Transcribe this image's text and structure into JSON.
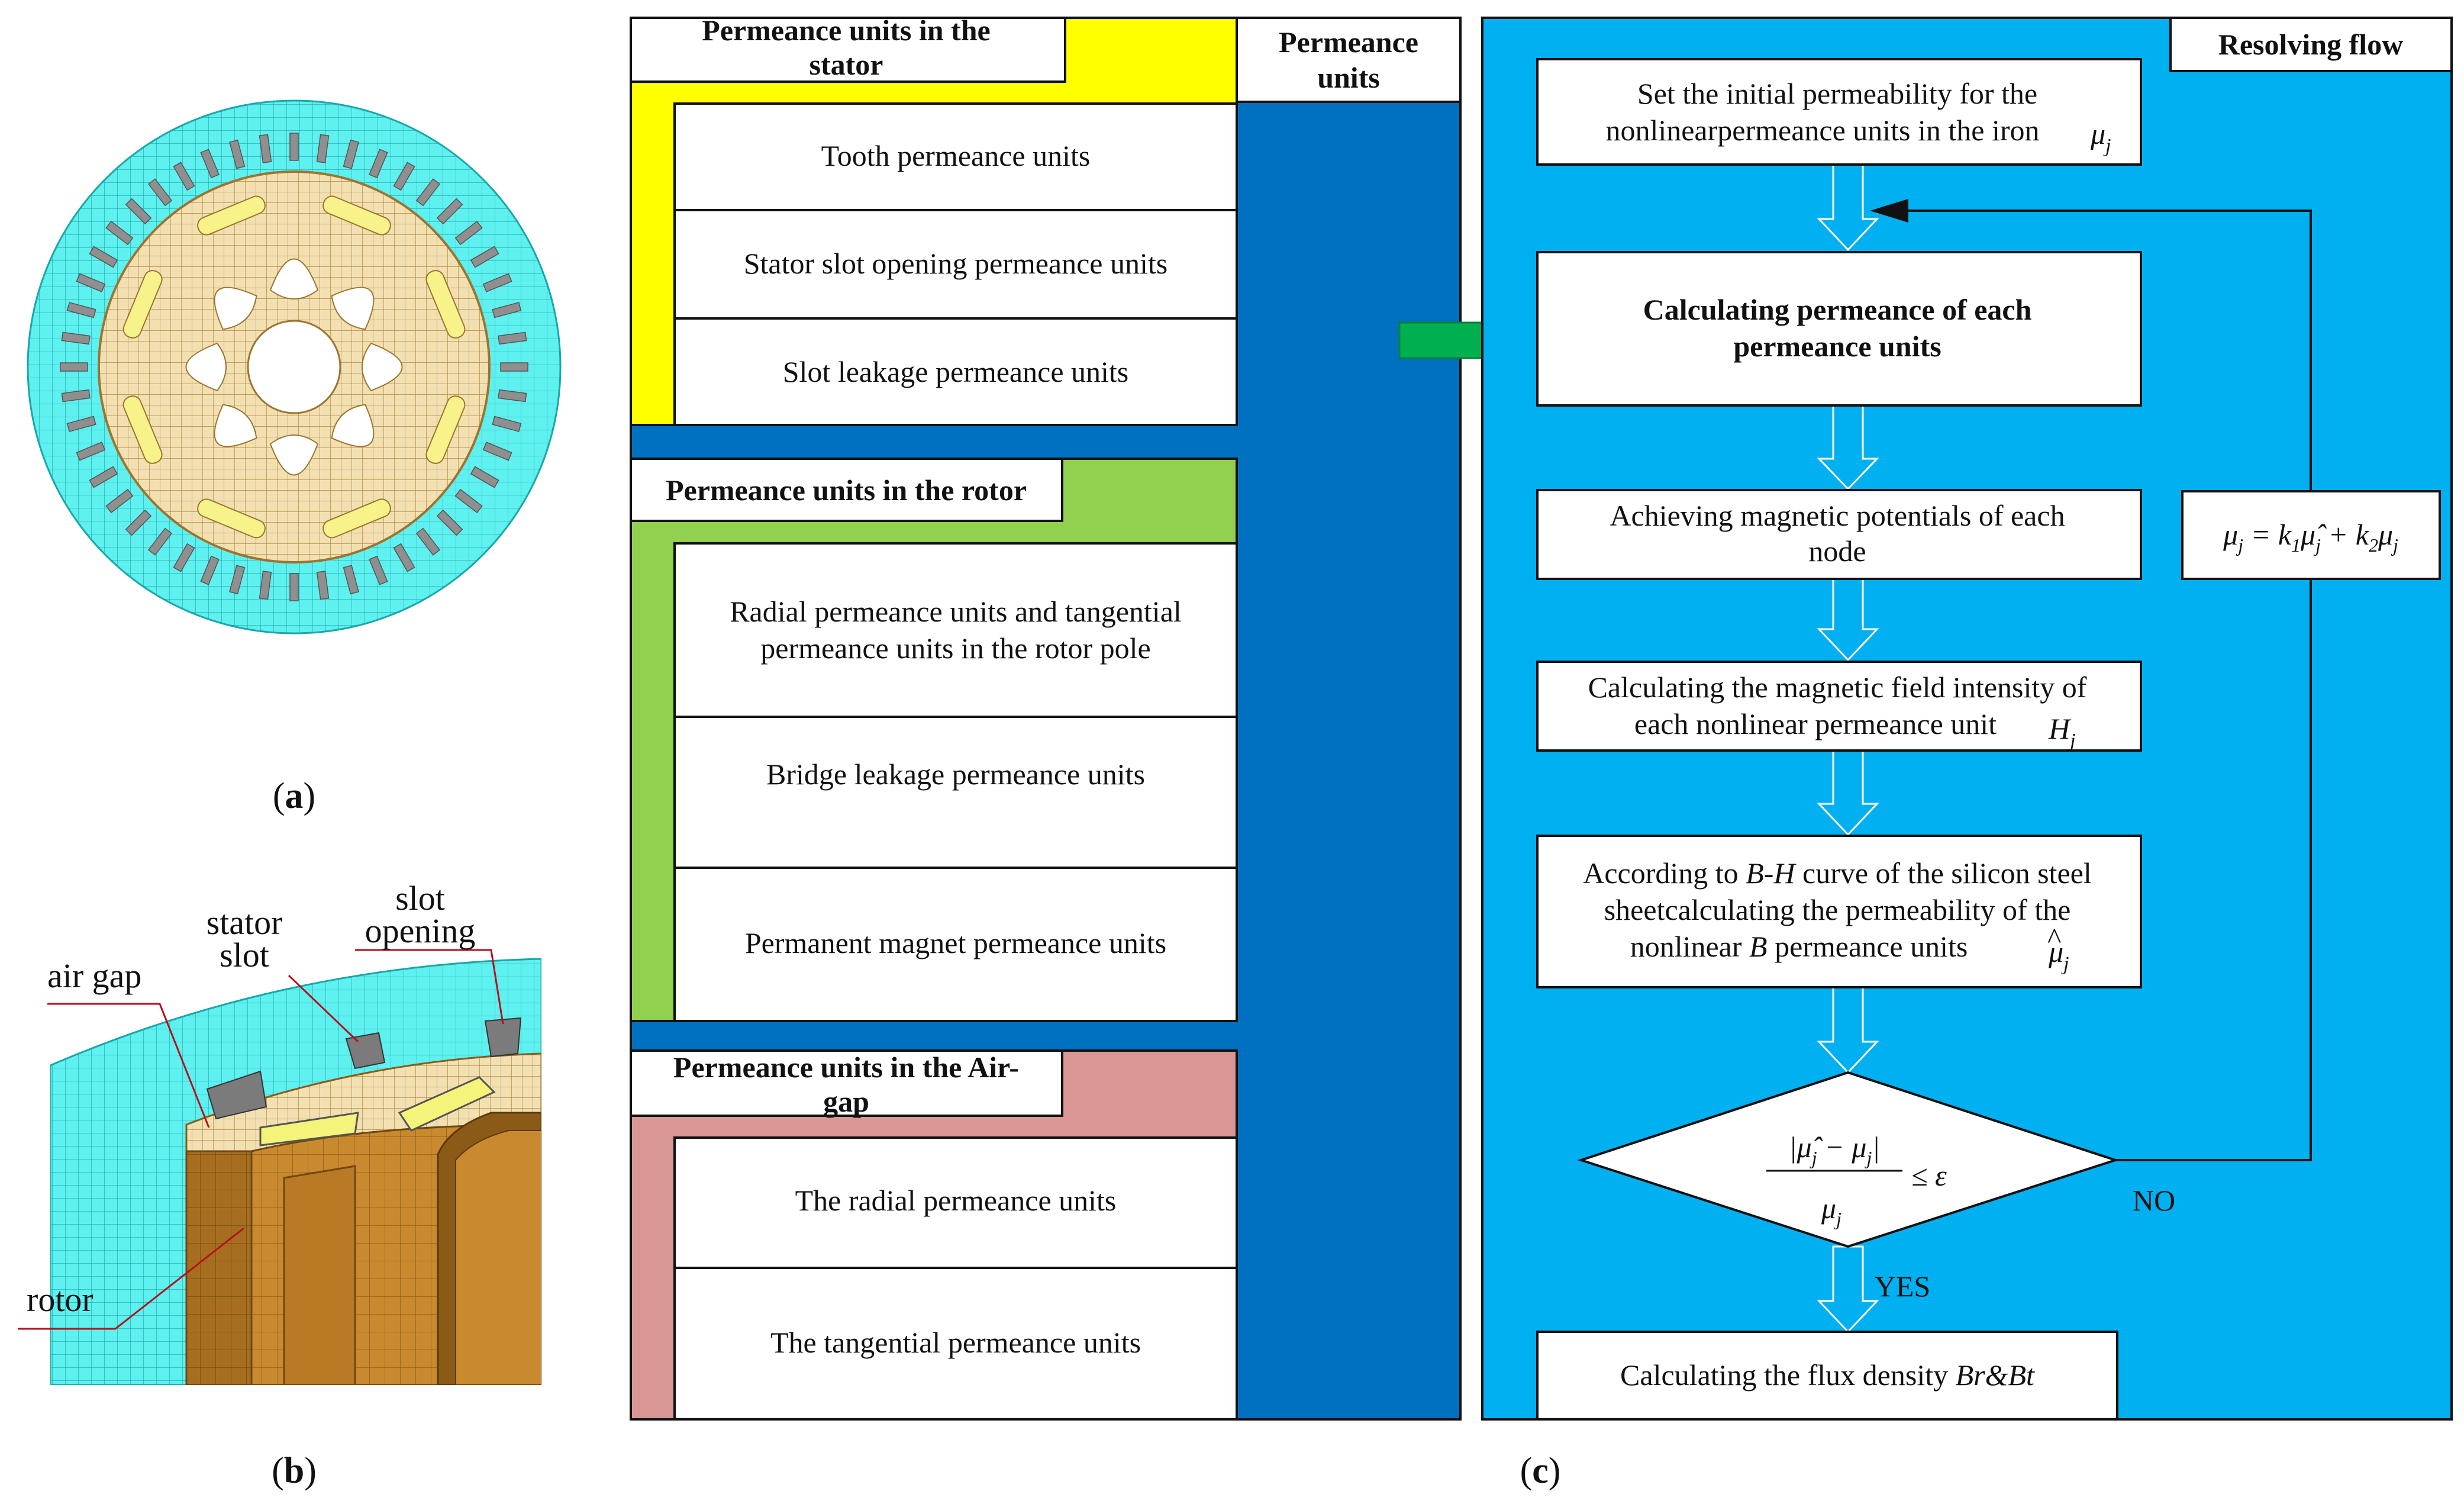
{
  "panel_a": {
    "caption_prefix": "(",
    "caption_letter": "a",
    "caption_suffix": ")"
  },
  "panel_b": {
    "caption_prefix": "(",
    "caption_letter": "b",
    "caption_suffix": ")",
    "labels": {
      "air_gap": "air gap",
      "stator_line1": "stator",
      "stator_line2": "slot",
      "slot_line1": "slot",
      "slot_line2": "opening",
      "rotor": "rotor"
    }
  },
  "panel_c": {
    "caption_prefix": "(",
    "caption_letter": "c",
    "caption_suffix": ")",
    "permeance_header": [
      "Permeance",
      "units"
    ],
    "stator": {
      "title": [
        "Permeance units  in the",
        "stator"
      ],
      "items": [
        [
          "Tooth  permeance units"
        ],
        [
          "Stator slot opening  permeance units"
        ],
        [
          "Slot leakage permeance units"
        ]
      ]
    },
    "rotor": {
      "title": [
        "Permeance units in the rotor"
      ],
      "items": [
        [
          "Radial permeance units and tangential",
          "permeance units  in the rotor pole"
        ],
        [
          "Bridge leakage permeance units"
        ],
        [
          "Permanent magnet permeance units"
        ]
      ]
    },
    "airgap": {
      "title": [
        "Permeance units in the Air-",
        "gap"
      ],
      "items": [
        [
          "The radial permeance units"
        ],
        [
          "The tangential permeance units"
        ]
      ]
    },
    "flow": {
      "header": "Resolving flow",
      "step1": [
        "Set the initial permeability for the",
        "nonlinearpermeance units in the iron"
      ],
      "step2": [
        "Calculating permeance of each",
        "permeance units"
      ],
      "step3": [
        "Achieving magnetic potentials of each",
        "node"
      ],
      "step4": [
        "Calculating the magnetic field intensity of",
        "each nonlinear permeance unit"
      ],
      "step5": [
        "According to",
        "B-H",
        "curve of the silicon steel",
        "sheetcalculating the permeability of the",
        "nonlinear",
        "B",
        "permeance units"
      ],
      "decision_le": "≤ ε",
      "no_label": "NO",
      "yes_label": "YES",
      "final_prefix": "Calculating  the flux density",
      "final_var": "Br&Bt"
    }
  },
  "colors": {
    "stator_yellow": "#ffff00",
    "rotor_green": "#92d050",
    "airgap_pink": "#da9694",
    "permeance_blue": "#0070c0",
    "flow_cyan": "#00b0f0",
    "arrow_green": "#00b050",
    "mesh_cyan": "#3fe6e6",
    "rotor_brown": "#c58a2e"
  }
}
